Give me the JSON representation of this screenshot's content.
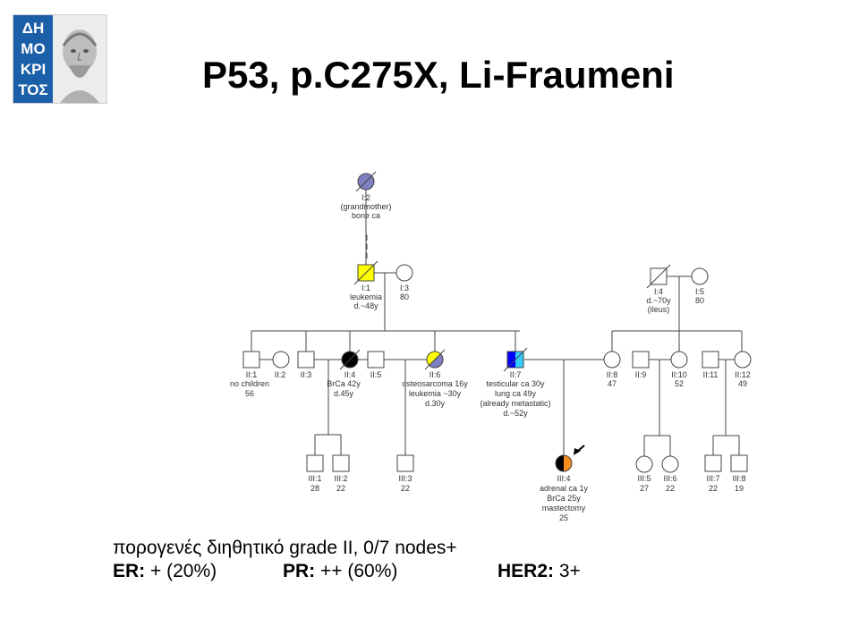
{
  "logo": {
    "text_lines": [
      "ΔΗ",
      "ΜΟ",
      "ΚΡΙ",
      "ΤΟΣ"
    ]
  },
  "title": "P53, p.C275X, Li-Fraumeni",
  "colors": {
    "affected_blue": "#7f80c2",
    "leukemia_yellow": "#ffff00",
    "testicular_blue": "#0000ff",
    "lung_cyan": "#33ccff",
    "adrenal_orange": "#f58a1f",
    "line": "#444444"
  },
  "pedigree": {
    "I2": {
      "id": "I:2",
      "lines": [
        "(grandmother)",
        "bone ca"
      ]
    },
    "gap_marks": [
      "I",
      "I",
      "I"
    ],
    "I1": {
      "id": "I:1",
      "lines": [
        "leukemia",
        "d.~48y"
      ]
    },
    "I3": {
      "id": "I:3",
      "lines": [
        "80"
      ]
    },
    "I4b": {
      "id": "I:4",
      "lines": [
        "d.~70y",
        "(ileus)"
      ]
    },
    "I5": {
      "id": "I:5",
      "lines": [
        "80"
      ]
    },
    "II1": {
      "id": "II:1",
      "lines": [
        "no children",
        "56"
      ]
    },
    "II2": {
      "id": "II:2",
      "lines": []
    },
    "II3": {
      "id": "II:3",
      "lines": []
    },
    "II4": {
      "id": "II:4",
      "lines": [
        "BrCa 42y",
        "d.45y"
      ]
    },
    "II5": {
      "id": "II:5",
      "lines": []
    },
    "II6": {
      "id": "II:6",
      "lines": [
        "osteosarcoma 16y",
        "leukemia ~30y",
        "d.30y"
      ]
    },
    "II7": {
      "id": "II:7",
      "lines": [
        "testicular ca 30y",
        "lung ca 49y",
        "(already metastatic)",
        "d.~52y"
      ]
    },
    "II8": {
      "id": "II:8",
      "lines": [
        "47"
      ]
    },
    "II9": {
      "id": "II:9",
      "lines": []
    },
    "II10": {
      "id": "II:10",
      "lines": [
        "52"
      ]
    },
    "II11": {
      "id": "II:11",
      "lines": []
    },
    "II12": {
      "id": "II:12",
      "lines": [
        "49"
      ]
    },
    "III1": {
      "id": "III:1",
      "lines": [
        "28"
      ]
    },
    "III2": {
      "id": "III:2",
      "lines": [
        "22"
      ]
    },
    "III3": {
      "id": "III:3",
      "lines": [
        "22"
      ]
    },
    "III4": {
      "id": "III:4",
      "lines": [
        "adrenal ca 1y",
        "BrCa 25y",
        "mastectomy",
        "25"
      ]
    },
    "III5": {
      "id": "III:5",
      "lines": [
        "27"
      ]
    },
    "III6": {
      "id": "III:6",
      "lines": [
        "22"
      ]
    },
    "III7": {
      "id": "III:7",
      "lines": [
        "22"
      ]
    },
    "III8": {
      "id": "III:8",
      "lines": [
        "19"
      ]
    }
  },
  "footer": {
    "line1": "πορογενές διηθητικό grade II, 0/7 nodes+",
    "er_label": "ER:",
    "er_value": " + (20%)",
    "pr_label": "PR:",
    "pr_value": " ++ (60%)",
    "her2_label": "HER2:",
    "her2_value": " 3+"
  }
}
